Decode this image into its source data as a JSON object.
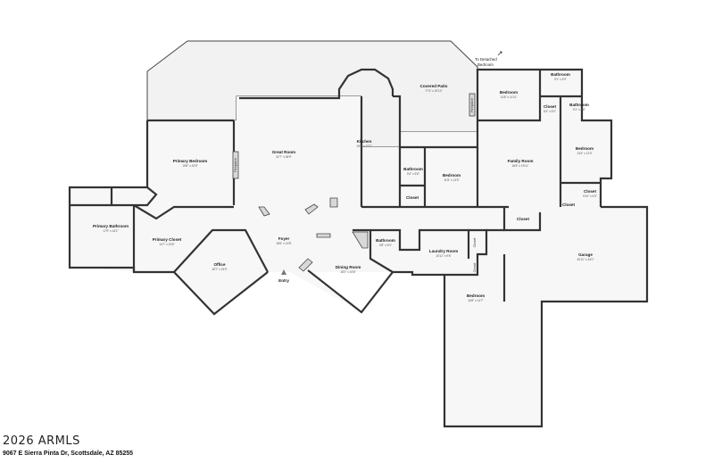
{
  "rooms": {
    "covered_patio": {
      "name": "Covered Patio",
      "dim": "77'4\" x 20'10\""
    },
    "bedroom_top": {
      "name": "Bedroom",
      "dim": "14'8\" x 11'11\""
    },
    "bathroom_top": {
      "name": "Bathroom",
      "dim": "9'1\" x 5'9\""
    },
    "closet_top": {
      "name": "Closet",
      "dim": "5'4\" x 5'0\""
    },
    "bathroom_right": {
      "name": "Bathroom",
      "dim": "9'1\" x 5'6\""
    },
    "bedroom_right": {
      "name": "Bedroom",
      "dim": "13'4\" x 12'0\""
    },
    "closet_right": {
      "name": "Closet",
      "dim": "9'10\" x 4'9\""
    },
    "closet_small_right": {
      "name": "Closet"
    },
    "family_room": {
      "name": "Family Room",
      "dim": "18'8\" x 19'11\""
    },
    "kitchen": {
      "name": "Kitchen",
      "dim": "15'0\" x 22'2\""
    },
    "great_room": {
      "name": "Great Room",
      "dim": "32'7\" x 38'9\""
    },
    "primary_bedroom": {
      "name": "Primary Bedroom",
      "dim": "19'8\" x 20'9\""
    },
    "bathroom_mid": {
      "name": "Bathroom",
      "dim": "5'4\" x 5'8\""
    },
    "bedroom_mid": {
      "name": "Bedroom",
      "dim": "11'8\" x 13'0\""
    },
    "closet_mid": {
      "name": "Closet"
    },
    "primary_bathroom": {
      "name": "Primary Bathroom",
      "dim": "17'9\" x 16'1\""
    },
    "primary_closet": {
      "name": "Primary Closet",
      "dim": "14'7\" x 15'6\""
    },
    "foyer": {
      "name": "Foyer",
      "dim": "18'6\" x 13'8\""
    },
    "office": {
      "name": "Office",
      "dim": "18'7\" x 15'0\""
    },
    "dining_room": {
      "name": "Dining Room",
      "dim": "18'2\" x 15'8\""
    },
    "bathroom_low": {
      "name": "Bathroom",
      "dim": "9'8\" x 5'0\""
    },
    "laundry_room": {
      "name": "Laundry Room",
      "dim": "10'11\" x 9'8\""
    },
    "bedroom_low": {
      "name": "Bedroom",
      "dim": "16'8\" x 14'7\""
    },
    "closet_low_a": {
      "name": "Closet"
    },
    "closet_low_b": {
      "name": "Closet"
    },
    "closet_garage": {
      "name": "Closet"
    },
    "garage": {
      "name": "Garage",
      "dim": "40'11\" x 43'0\""
    }
  },
  "features": {
    "fireplace_left": "Fireplace",
    "fireplace_right": "Fireplace",
    "entry": "Entry",
    "detached_line1": "To Detached",
    "detached_line2": "Bedroom"
  },
  "watermark": "2026 ARMLS",
  "address": "9067 E Sierra Pinta Dr, Scottsdale, AZ 85255"
}
